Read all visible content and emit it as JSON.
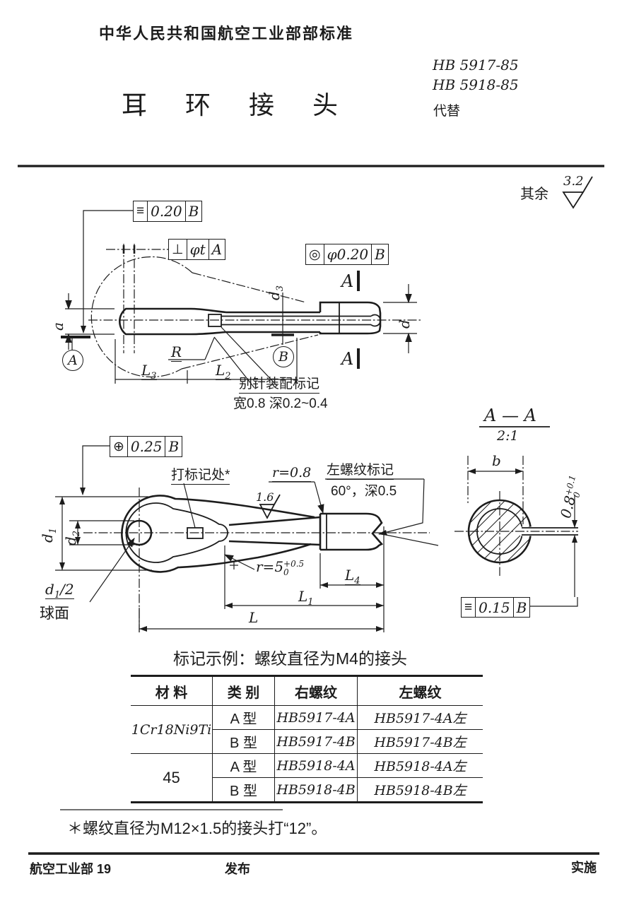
{
  "colors": {
    "ink": "#1c1c1c",
    "paper": "#ffffff"
  },
  "header": {
    "standard_title": "中华人民共和国航空工业部部标准",
    "doc_title": "耳 环 接 头",
    "standard_no_1": "HB 5917-85",
    "standard_no_2": "HB 5918-85",
    "replaces_label": "代替"
  },
  "surface_note": {
    "prefix": "其余",
    "value": "3.2"
  },
  "drawing1": {
    "fcf_symmetry": {
      "symbol": "≡",
      "value": "0.20",
      "datum": "B"
    },
    "fcf_perpendicularity": {
      "symbol": "⊥",
      "value": "φt",
      "datum": "A"
    },
    "fcf_concentricity": {
      "symbol": "◎",
      "value": "φ0.20",
      "datum": "B"
    },
    "labels": {
      "a": "a",
      "d": "d",
      "R": "R",
      "d3_base": "d",
      "d3_sub": "3",
      "L3_base": "L",
      "L3_sub": "3",
      "L2_base": "L",
      "L2_sub": "2",
      "datum_A": "A",
      "datum_B": "B",
      "section_A_top": "A",
      "section_A_bottom": "A"
    },
    "pin_note_line1": "别针装配标记",
    "pin_note_line2": "宽0.8 深0.2~0.4"
  },
  "drawing2": {
    "fcf_position": {
      "symbol": "⊕",
      "value": "0.25",
      "datum": "B"
    },
    "mark_note": "打标记处*",
    "r08_note": "r=0.8",
    "finish_value": "1.6",
    "left_thread_line1": "左螺纹标记",
    "left_thread_line2": "60°，深0.5",
    "r5": {
      "base": "r=5",
      "sup": "+0.5",
      "sub": "0"
    },
    "labels": {
      "d1_base": "d",
      "d1_sub": "1",
      "d2_base": "d",
      "d2_sub": "2",
      "L4_base": "L",
      "L4_sub": "4",
      "L1_base": "L",
      "L1_sub": "1",
      "L": "L"
    },
    "sphere_note": {
      "base": "d",
      "sub": "1",
      "rest": "/2",
      "line2": "球面"
    }
  },
  "section_view": {
    "title": "A — A",
    "scale": "2:1",
    "b_label": "b",
    "slot_dim": {
      "base": "0.8",
      "sup": "+0.1",
      "sub": "0"
    },
    "fcf_symmetry": {
      "symbol": "≡",
      "value": "0.15",
      "datum": "B"
    }
  },
  "example_line": "标记示例：螺纹直径为M4的接头",
  "table": {
    "headers": [
      "材 料",
      "类 别",
      "右螺纹",
      "左螺纹"
    ],
    "rows": [
      {
        "material": "1Cr18Ni9Ti",
        "type": "A 型",
        "right": "HB5917-4A",
        "left": "HB5917-4A左"
      },
      {
        "type": "B 型",
        "right": "HB5917-4B",
        "left": "HB5917-4B左"
      },
      {
        "material": "45",
        "type": "A 型",
        "right": "HB5918-4A",
        "left": "HB5918-4A左"
      },
      {
        "type": "B 型",
        "right": "HB5918-4B",
        "left": "HB5918-4B左"
      }
    ]
  },
  "footnote": "＊螺纹直径为M12×1.5的接头打“12”。",
  "footer": {
    "left": "航空工业部 19",
    "center": "发布",
    "right": "实施"
  }
}
